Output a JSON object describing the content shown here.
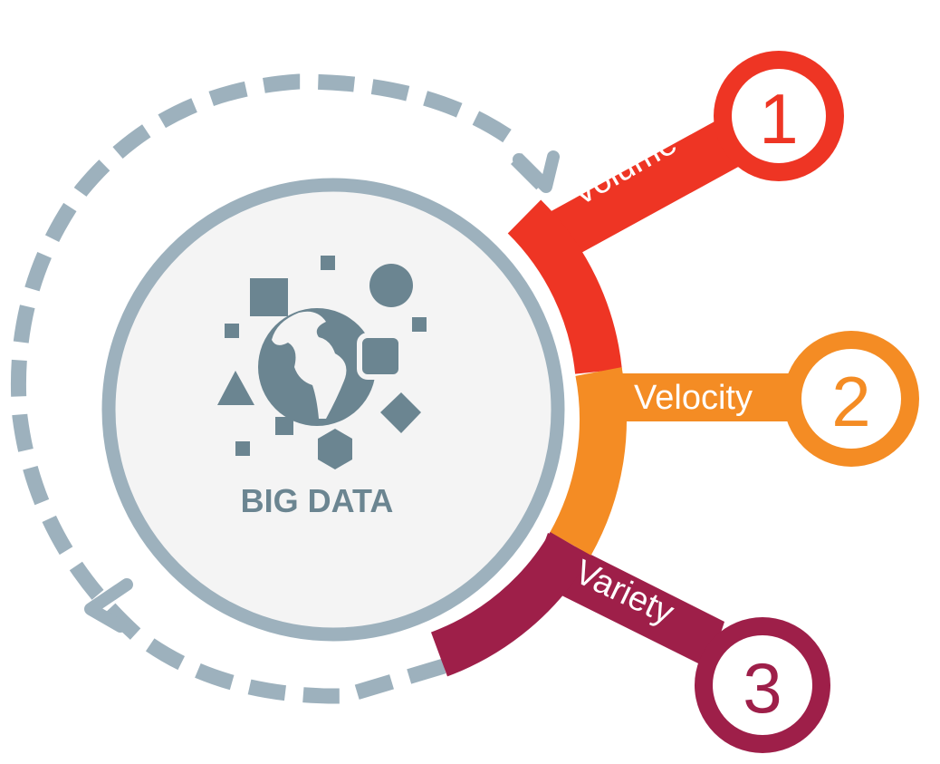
{
  "center": {
    "title": "BIG DATA",
    "icon": "globe-with-shapes-icon",
    "ring_color": "#9db1bd",
    "icon_color": "#6b8591"
  },
  "cycle": {
    "icon": "dashed-cycle-arrow",
    "color": "#9db1bd"
  },
  "items": [
    {
      "number": "1",
      "label": "Volume",
      "color": "#ee3524"
    },
    {
      "number": "2",
      "label": "Velocity",
      "color": "#f48c24"
    },
    {
      "number": "3",
      "label": "Variety",
      "color": "#9e1f49"
    }
  ]
}
